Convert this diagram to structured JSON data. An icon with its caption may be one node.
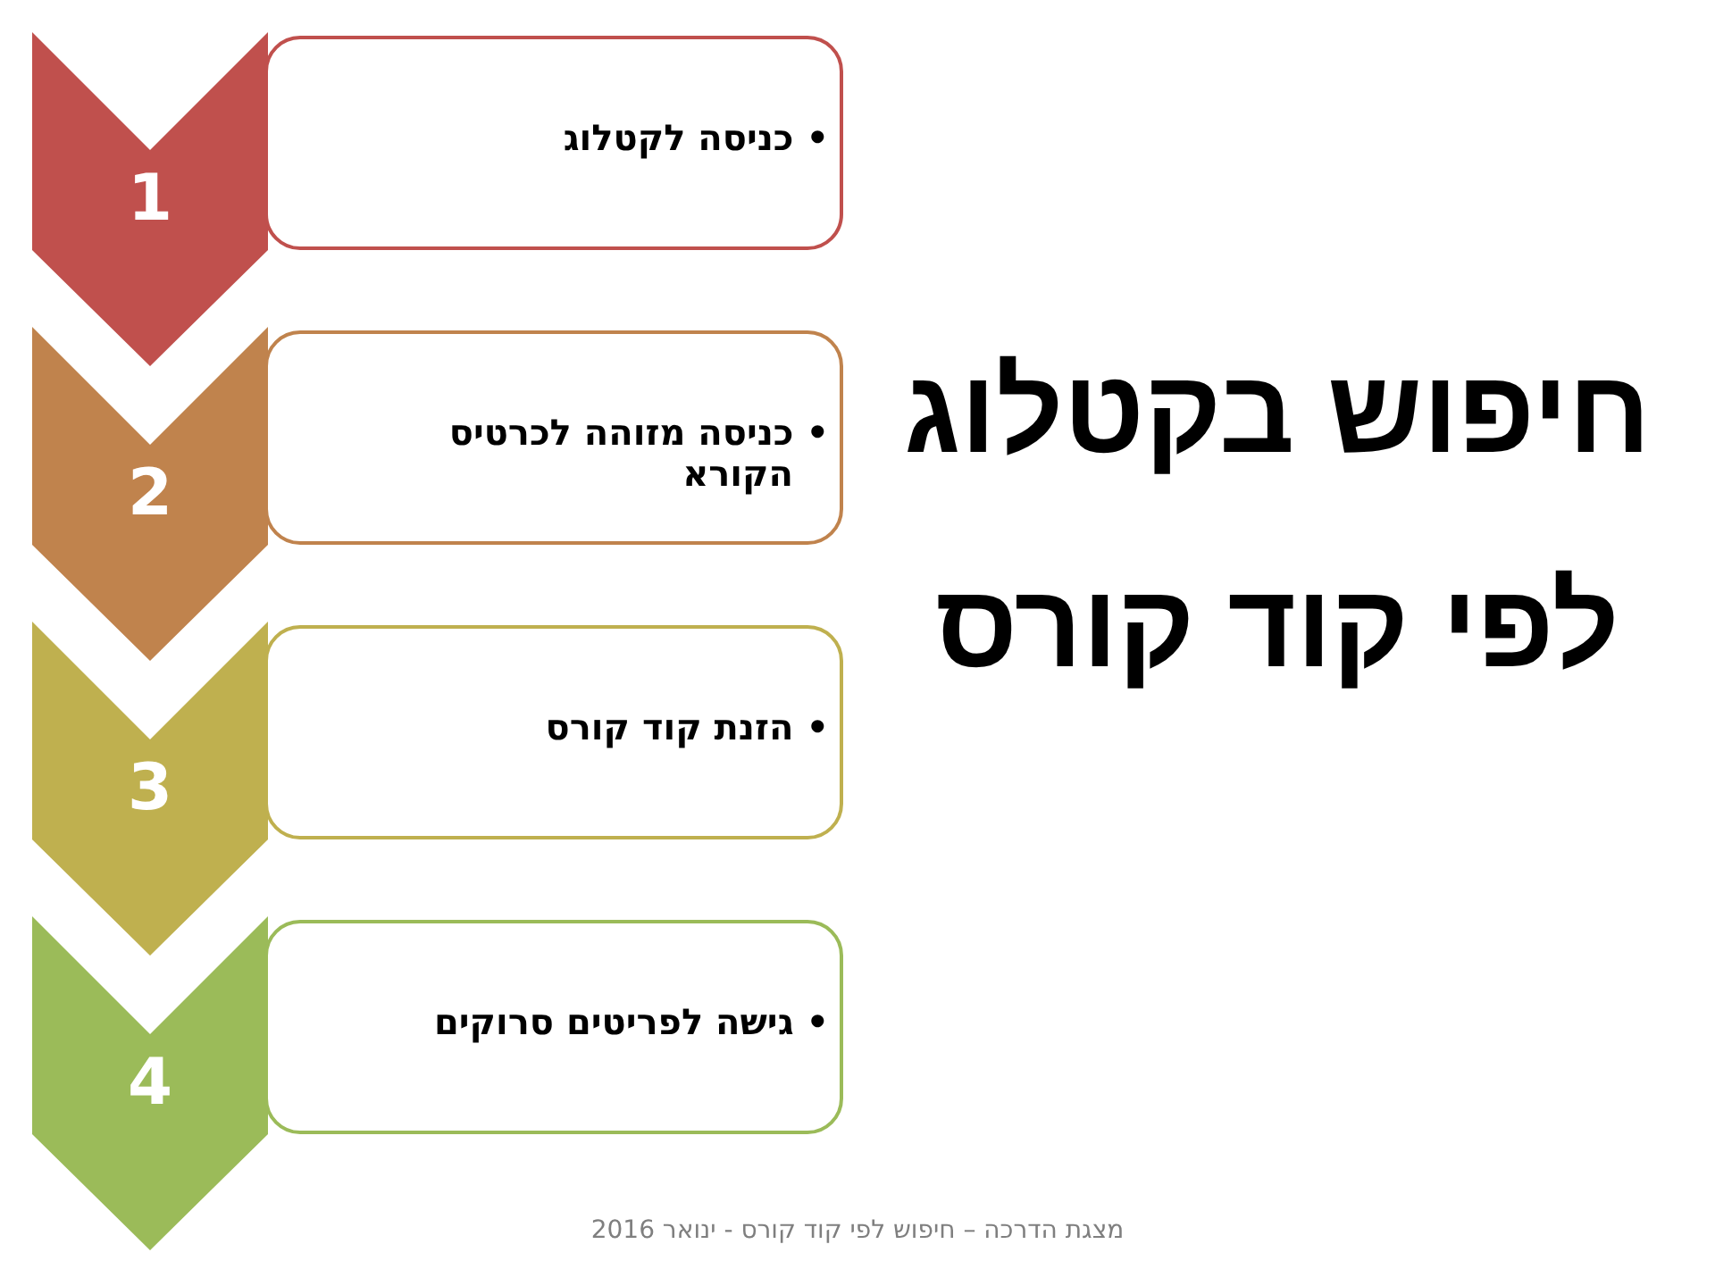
{
  "diagram": {
    "title": "חיפוש בקטלוג לפי קוד קורס",
    "caption": "מצגת הדרכה – חיפוש לפי קוד קורס - ינואר 2016",
    "nodes": [
      {
        "text": [
          "1"
        ]
      },
      {
        "text": [
          "• כניסה לקטלוג"
        ]
      },
      {
        "text": [
          "2"
        ]
      },
      {
        "text": [
          "• כניסה מזוהה לכרטיס הקורא"
        ]
      },
      {
        "text": [
          "3"
        ]
      },
      {
        "text": [
          "• הזנת קוד קורס"
        ]
      },
      {
        "text": [
          "4"
        ]
      },
      {
        "text": [
          "• גישה לפריטים סרוקים"
        ]
      }
    ]
  }
}
